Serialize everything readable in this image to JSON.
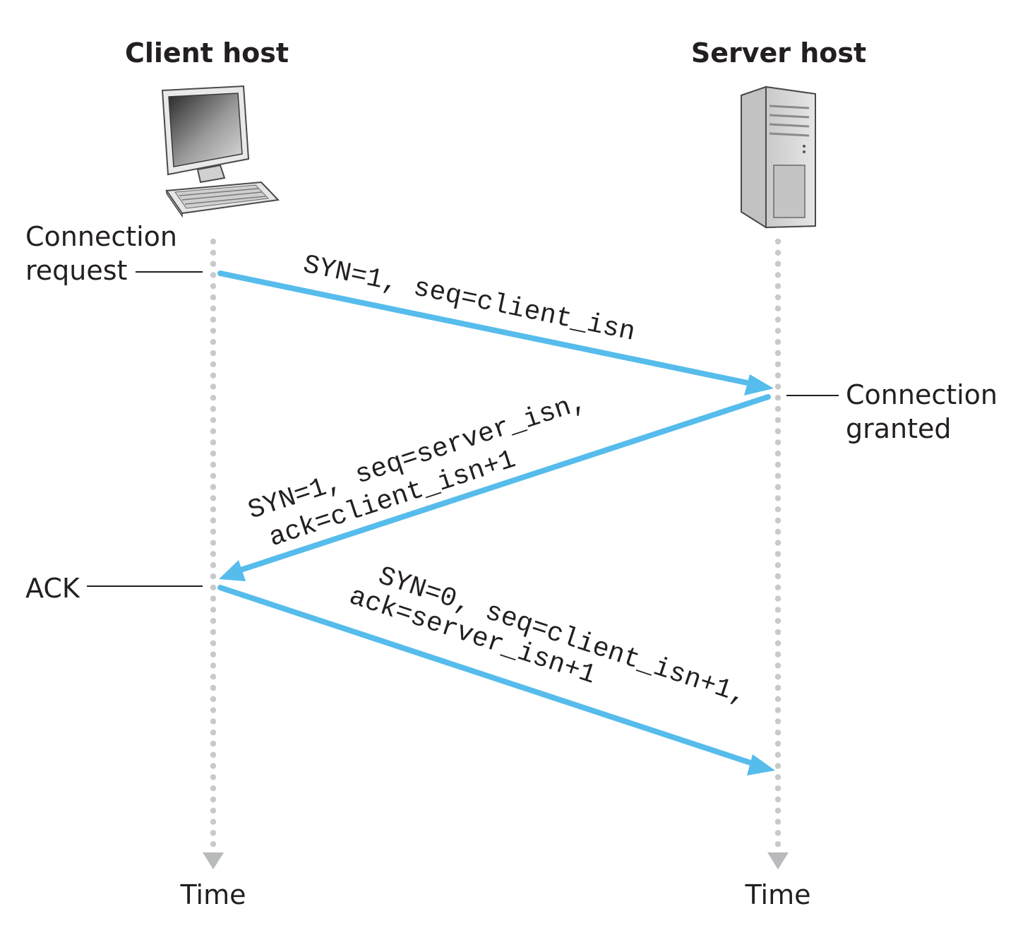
{
  "hosts": {
    "client": {
      "title": "Client host",
      "icon": "desktop-computer-icon"
    },
    "server": {
      "title": "Server host",
      "icon": "server-tower-icon"
    }
  },
  "timeline": {
    "client_time_label": "Time",
    "server_time_label": "Time",
    "dot_color": "#c8c9cb",
    "arrowhead_color": "#b9babc"
  },
  "annotations": {
    "connection_request": [
      "Connection",
      "request"
    ],
    "connection_granted": [
      "Connection",
      "granted"
    ],
    "ack": "ACK"
  },
  "messages": [
    {
      "name": "syn",
      "lines": [
        "SYN=1, seq=client_isn"
      ]
    },
    {
      "name": "syn-ack",
      "lines": [
        "SYN=1, seq=server_isn,",
        "ack=client_isn+1"
      ]
    },
    {
      "name": "ack",
      "lines": [
        "SYN=0, seq=client_isn+1,",
        "ack=server_isn+1"
      ]
    }
  ],
  "colors": {
    "arrow": "#56bcec",
    "text": "#231f20"
  }
}
